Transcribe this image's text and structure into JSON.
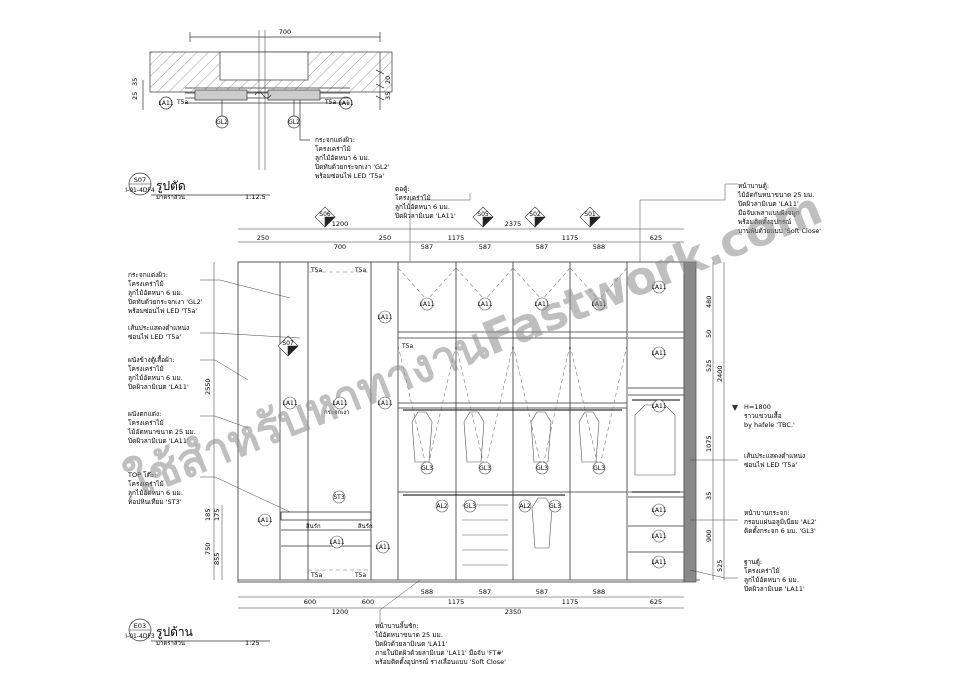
{
  "section": {
    "tag": "S07",
    "title": "รูปตัด",
    "sheet_ref": "I-01-4DF4",
    "scale_label": "มาตราส่วน",
    "scale": "1:12.5",
    "top_dim": "700",
    "side_dims": [
      "35",
      "25",
      "20",
      "35"
    ],
    "note": [
      "กระจกแต่งผิว:",
      "โครงเคร่าไม้",
      "ลูกไม้อัดหนา 6 มม.",
      "ปิดทับด้วยกระจกเงา 'GL2'",
      "พร้อมซ่อนไฟ LED 'T5a'"
    ],
    "labels": {
      "la11_left": "LA11",
      "la11_right": "LA11",
      "gl2_left": "GL2",
      "gl2_right": "GL2",
      "t5a_left": "T5a",
      "t5a_right": "T5a"
    }
  },
  "elevation": {
    "tag": "E03",
    "title": "รูปด้าน",
    "sheet_ref": "I-01-4DF3",
    "scale_label": "มาตราส่วน",
    "scale": "1:25",
    "top_dims_row1": [
      "250",
      "700",
      "250",
      "587",
      "587",
      "587",
      "588",
      "625"
    ],
    "top_dims_row2": [
      "1200",
      "1175",
      "2375",
      "1175"
    ],
    "bottom_dims_row1": [
      "600",
      "600",
      "588",
      "587",
      "587",
      "588",
      "625"
    ],
    "bottom_dims_row2": [
      "1200",
      "1175",
      "2350",
      "1175"
    ],
    "left_dims": [
      "2550",
      "185",
      "175",
      "750",
      "855"
    ],
    "right_dims": [
      "480",
      "50",
      "525",
      "1075",
      "900",
      "35",
      "2400",
      "525"
    ],
    "section_markers": [
      "S06",
      "S05",
      "S02",
      "S01",
      "S07"
    ],
    "marker_sub": "I-01",
    "h_mark": "H=1800",
    "h_note": [
      "ราวแขวนเสื้อ",
      "by hafele 'TBC.'"
    ],
    "panel_labels": {
      "la11": "LA11",
      "gl3": "GL3",
      "al2": "AL2",
      "st3": "ST3",
      "t5a": "T5a",
      "glass": "กระจกเงา",
      "hinge": "สินรัก"
    },
    "notes_left": [
      [
        "กระจกแต่งผิว:",
        "โครงเคร่าไม้",
        "ลูกไม้อัดหนา 6 มม.",
        "ปิดทับด้วยกระจกเงา 'GL2'",
        "พร้อมซ่อนไฟ LED 'T5a'"
      ],
      [
        "เส้นประแสดงตำแหน่ง",
        "ซ่อนไฟ LED 'T5a'"
      ],
      [
        "ผนังข้างตู้เสื้อผ้า:",
        "โครงเคร่าไม้",
        "ลูกไม้อัดหนา 6 มม.",
        "ปิดผิวลามิเนต 'LA11'"
      ],
      [
        "ผนังตกแต่ง:",
        "โครงเคร่าไม้",
        "ไม้อัดหนาขนาด 25 มม.",
        "ปิดผิวลามิเนต 'LA11'"
      ],
      [
        "TOP โต๊ะ:",
        "โครงเคร่าไม้",
        "ลูกไม้อัดหนา 6 มม.",
        "ท็อปหินเทียม 'ST3'"
      ]
    ],
    "note_top_mid": [
      "ตอตู้:",
      "โครงเคร่าไม้",
      "ลูกไม้อัดหนา 6 มม.",
      "ปิดผิวลามิเนต 'LA11'"
    ],
    "note_top_right": [
      "หน้าบานตู้:",
      "ไม้อัดกันหนาขนาด 25 มม.",
      "ปิดผิวลามิเนต 'LA11'",
      "มือจับเพลาแบบฝังจมูก",
      "พร้อมติดตั้งอุปกรณ์",
      "บานพับด้วยแบบ 'Soft Close'"
    ],
    "notes_right": [
      [
        "เส้นประแสดงตำแหน่ง",
        "ซ่อนไฟ LED 'T5a'"
      ],
      [
        "หน้าบานกระจก:",
        "กรอบแผ่นอลูมิเนียม 'AL2'",
        "ติดตั้งกระจก 6 มม. 'GL3'"
      ],
      [
        "ฐานตู้:",
        "โครงเคร่าไม้",
        "ลูกไม้อัดหนา 6 มม.",
        "ปิดผิวลามิเนต 'LA11'"
      ]
    ],
    "note_bottom": [
      "หน้าบานลิ้นชัก:",
      "ไม้อัดหนาขนาด 25 มม.",
      "ปิดผิวด้วยลามิเนต 'LA11'",
      "ภายในปิดผิวด้วยลามิเนต 'LA11' มือจับ 'FT#'",
      "พร้อมติดตั้งอุปกรณ์ รางเลื่อนแบบ 'Soft Close'"
    ]
  },
  "watermark": "ใช้สำหรับหาทางานFastwork.com",
  "colors": {
    "line": "#333333",
    "hatch": "#888888",
    "wall": "#666666"
  }
}
